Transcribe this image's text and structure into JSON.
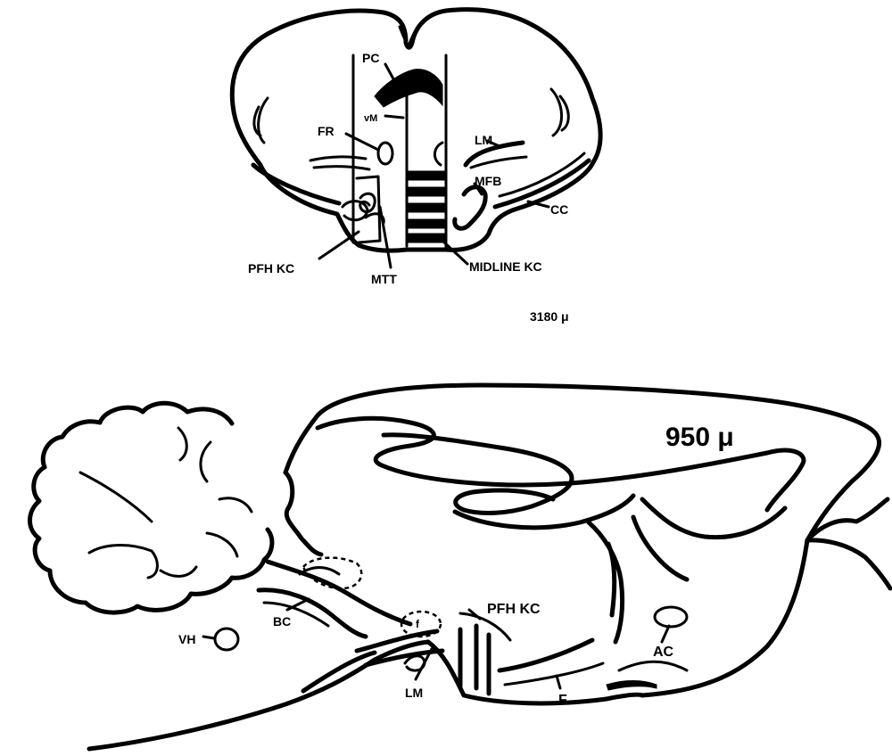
{
  "coronal_section": {
    "labels": {
      "pc": "PC",
      "vm": "vM",
      "fr": "FR",
      "lm": "LM",
      "mfb": "MFB",
      "cc": "CC",
      "pfh_kc": "PFH KC",
      "mtt": "MTT",
      "midline_kc": "MIDLINE KC"
    },
    "depth": "3180 μ"
  },
  "sagittal_section": {
    "depth": "950 μ",
    "labels": {
      "vh": "VH",
      "bc": "BC",
      "f_small": "f",
      "pfh_kc": "PFH KC",
      "lm": "LM",
      "f": "F",
      "ac": "AC"
    }
  }
}
